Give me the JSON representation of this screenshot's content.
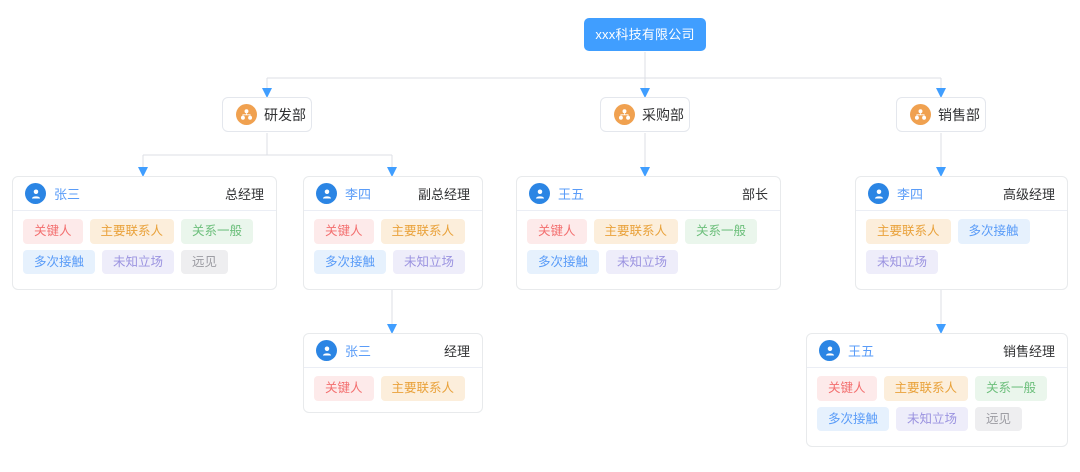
{
  "chart_type": "org-chart",
  "colors": {
    "root_bg": "#409eff",
    "dept_icon_bg": "#f0a150",
    "avatar_bg": "#2b85e4",
    "connector": "#dcdfe6",
    "arrow": "#409eff",
    "card_border": "#e8eaec"
  },
  "root": {
    "label": "xxx科技有限公司",
    "icon": "company-node"
  },
  "departments": [
    {
      "id": "rd",
      "label": "研发部",
      "icon": "org-tree-icon"
    },
    {
      "id": "purch",
      "label": "采购部",
      "icon": "org-tree-icon"
    },
    {
      "id": "sales",
      "label": "销售部",
      "icon": "org-tree-icon"
    }
  ],
  "tag_legend": [
    {
      "key": "key-person",
      "label": "关键人",
      "color": "red"
    },
    {
      "key": "main-contact",
      "label": "主要联系人",
      "color": "orange"
    },
    {
      "key": "normal-relation",
      "label": "关系一般",
      "color": "green"
    },
    {
      "key": "multiple-contact",
      "label": "多次接触",
      "color": "blue"
    },
    {
      "key": "unknown-stance",
      "label": "未知立场",
      "color": "purple"
    },
    {
      "key": "visionary",
      "label": "远见",
      "color": "gray"
    }
  ],
  "people": [
    {
      "id": "p1",
      "name": "张三",
      "title": "总经理",
      "department": "研发部",
      "avatar_icon": "user-avatar-icon",
      "tags": [
        {
          "label": "关键人",
          "color": "red"
        },
        {
          "label": "主要联系人",
          "color": "orange"
        },
        {
          "label": "关系一般",
          "color": "green"
        },
        {
          "label": "多次接触",
          "color": "blue"
        },
        {
          "label": "未知立场",
          "color": "purple"
        },
        {
          "label": "远见",
          "color": "gray"
        }
      ]
    },
    {
      "id": "p2",
      "name": "李四",
      "title": "副总经理",
      "department": "研发部",
      "avatar_icon": "user-avatar-icon",
      "tags": [
        {
          "label": "关键人",
          "color": "red"
        },
        {
          "label": "主要联系人",
          "color": "orange"
        },
        {
          "label": "多次接触",
          "color": "blue"
        },
        {
          "label": "未知立场",
          "color": "purple"
        }
      ]
    },
    {
      "id": "p3",
      "name": "王五",
      "title": "部长",
      "department": "采购部",
      "avatar_icon": "user-avatar-icon",
      "tags": [
        {
          "label": "关键人",
          "color": "red"
        },
        {
          "label": "主要联系人",
          "color": "orange"
        },
        {
          "label": "关系一般",
          "color": "green"
        },
        {
          "label": "多次接触",
          "color": "blue"
        },
        {
          "label": "未知立场",
          "color": "purple"
        }
      ]
    },
    {
      "id": "p4",
      "name": "李四",
      "title": "高级经理",
      "department": "销售部",
      "avatar_icon": "user-avatar-icon",
      "tags": [
        {
          "label": "主要联系人",
          "color": "orange"
        },
        {
          "label": "多次接触",
          "color": "blue"
        },
        {
          "label": "未知立场",
          "color": "purple"
        }
      ]
    },
    {
      "id": "p5",
      "name": "张三",
      "title": "经理",
      "department": "研发部",
      "parent": "p2",
      "avatar_icon": "user-avatar-icon",
      "tags": [
        {
          "label": "关键人",
          "color": "red"
        },
        {
          "label": "主要联系人",
          "color": "orange"
        }
      ]
    },
    {
      "id": "p6",
      "name": "王五",
      "title": "销售经理",
      "department": "销售部",
      "parent": "p4",
      "avatar_icon": "user-avatar-icon",
      "tags": [
        {
          "label": "关键人",
          "color": "red"
        },
        {
          "label": "主要联系人",
          "color": "orange"
        },
        {
          "label": "关系一般",
          "color": "green"
        },
        {
          "label": "多次接触",
          "color": "blue"
        },
        {
          "label": "未知立场",
          "color": "purple"
        },
        {
          "label": "远见",
          "color": "gray"
        }
      ]
    }
  ]
}
